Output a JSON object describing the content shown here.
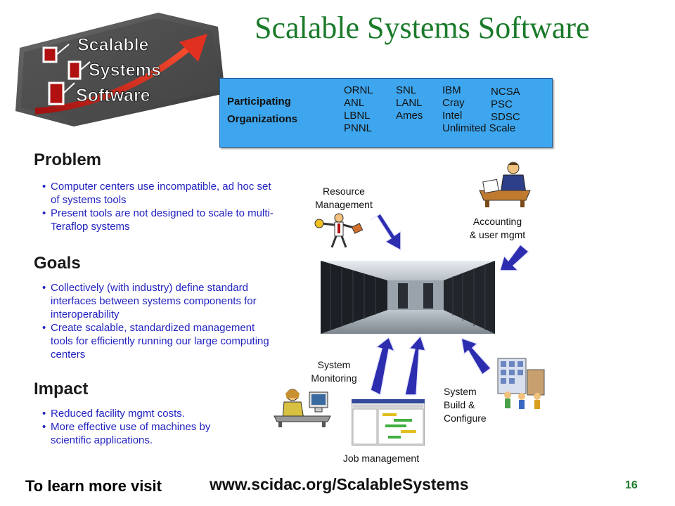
{
  "title": "Scalable Systems Software",
  "logo": {
    "line1": "Scalable",
    "line2": "Systems",
    "line3": "Software"
  },
  "orgs": {
    "heading1": "Participating",
    "heading2": "Organizations",
    "col1": [
      "ORNL",
      "ANL",
      "LBNL",
      "PNNL"
    ],
    "col2": [
      "SNL",
      "LANL",
      "Ames"
    ],
    "col3": [
      "IBM",
      "Cray",
      "Intel",
      "Unlimited Scale"
    ],
    "col4": [
      "NCSA",
      "PSC",
      "SDSC"
    ]
  },
  "problem": {
    "heading": "Problem",
    "bullets": [
      "Computer centers use incompatible, ad hoc set of systems tools",
      "Present tools are not designed to scale to multi-Teraflop systems"
    ]
  },
  "goals": {
    "heading": "Goals",
    "bullets": [
      "Collectively (with industry) define standard interfaces between systems components for interoperability",
      "Create scalable, standardized management tools for efficiently running our large computing centers"
    ]
  },
  "impact": {
    "heading": "Impact",
    "bullets": [
      "Reduced facility  mgmt costs.",
      "More effective use of machines by scientific applications."
    ]
  },
  "diagram": {
    "resource": [
      "Resource",
      "Management"
    ],
    "accounting": [
      "Accounting",
      "& user mgmt"
    ],
    "monitoring": [
      "System",
      "Monitoring"
    ],
    "build": [
      "System",
      "Build &",
      "Configure"
    ],
    "job": "Job management"
  },
  "footer": {
    "learn": "To learn more visit",
    "url": "www.scidac.org/ScalableSystems",
    "page": "16"
  },
  "colors": {
    "title": "#1a7a2a",
    "bullets": "#2222c0",
    "org_box": "#3ea6ee",
    "arrow": "#2d2db0"
  }
}
